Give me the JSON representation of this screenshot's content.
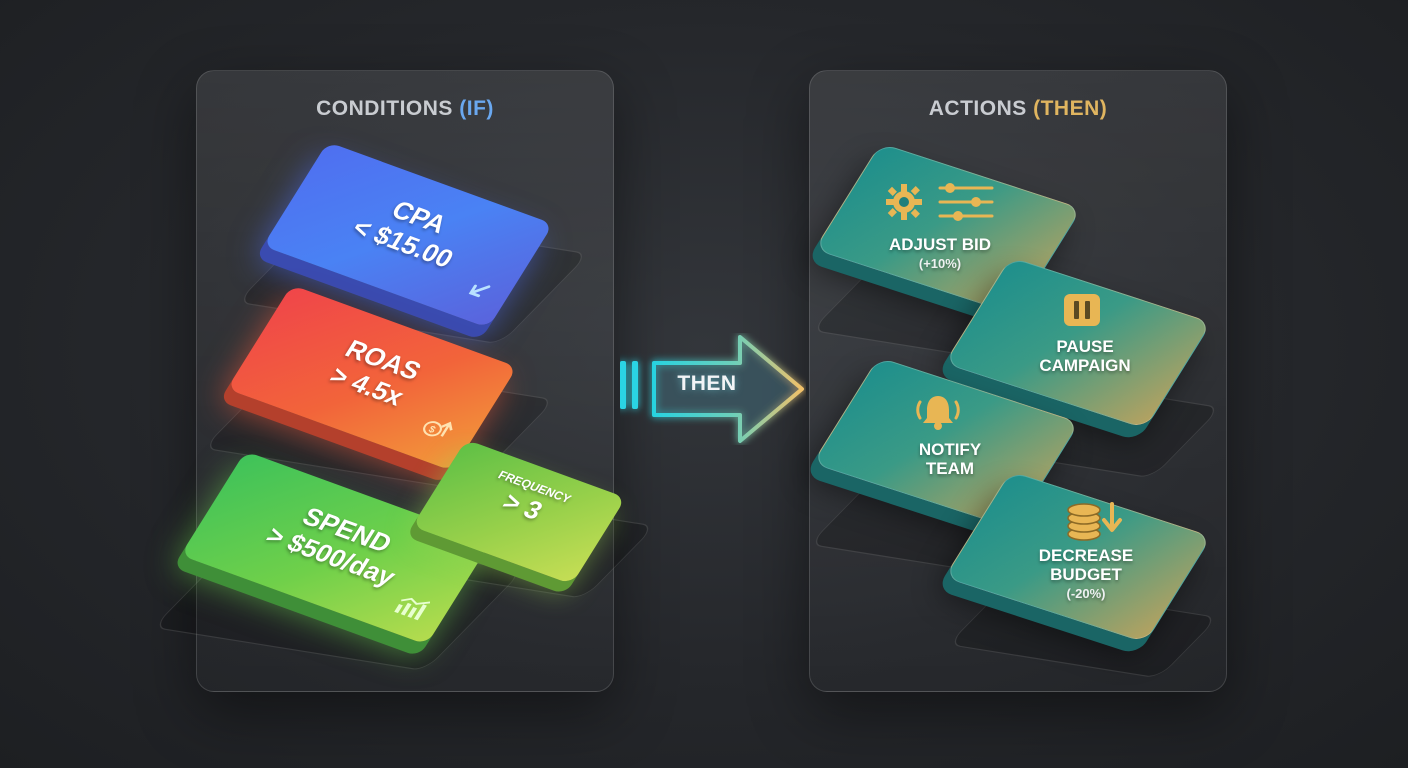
{
  "conditions_panel": {
    "title_main": "CONDITIONS",
    "title_accent": "(IF)"
  },
  "actions_panel": {
    "title_main": "ACTIONS",
    "title_accent": "(THEN)"
  },
  "conditions": [
    {
      "label": "CPA",
      "value": "< $15.00",
      "icon": "arrow-down-left-icon"
    },
    {
      "label": "ROAS",
      "value": "> 4.5x",
      "icon": "coins-up-icon"
    },
    {
      "label": "SPEND",
      "value": "> $500/day",
      "icon": "bar-chart-icon"
    },
    {
      "label": "FREQUENCY",
      "value": "> 3",
      "icon": ""
    }
  ],
  "connector": {
    "label": "THEN"
  },
  "actions": [
    {
      "label": "ADJUST BID",
      "detail": "(+10%)",
      "icon": "gear-sliders-icon"
    },
    {
      "label": "PAUSE",
      "label2": "CAMPAIGN",
      "icon": "pause-icon"
    },
    {
      "label": "NOTIFY",
      "label2": "TEAM",
      "icon": "bell-icon"
    },
    {
      "label": "DECREASE",
      "label2": "BUDGET",
      "detail": "(-20%)",
      "icon": "coins-down-icon"
    }
  ],
  "colors": {
    "background": "#25272b",
    "if_accent": "#6aa8f0",
    "then_accent": "#e0b560",
    "cpa": "#4f6ff0",
    "roas": "#f2643a",
    "spend": "#6fd04a",
    "action_teal": "#1e8f8c",
    "action_gold": "#b7a260"
  }
}
